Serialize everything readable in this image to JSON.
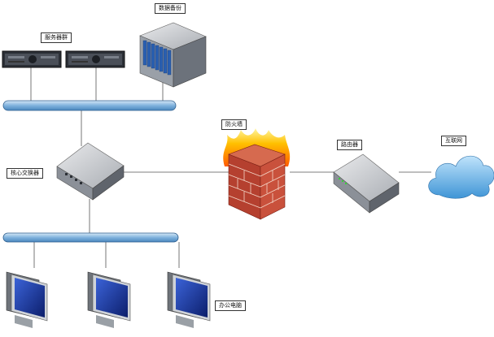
{
  "labels": {
    "server_group": "服务器群",
    "data_backup": "数据备份",
    "firewall": "防火墙",
    "router": "路由器",
    "internet": "互联网",
    "core_switch": "核心交换器",
    "office_pc": "办公电脑"
  },
  "icons": {
    "server": "server-icon",
    "storage": "storage-array-icon",
    "switch": "switch-icon",
    "firewall": "firewall-icon",
    "router": "router-icon",
    "cloud": "cloud-icon",
    "monitor": "monitor-icon"
  },
  "colors": {
    "bus": "#7fb2dd",
    "bus_edge": "#2f5f8e",
    "cloud": "#4fa0dc",
    "brick": "#c0392b",
    "flame": "#ffb400",
    "screen": "#1d3c9e"
  }
}
